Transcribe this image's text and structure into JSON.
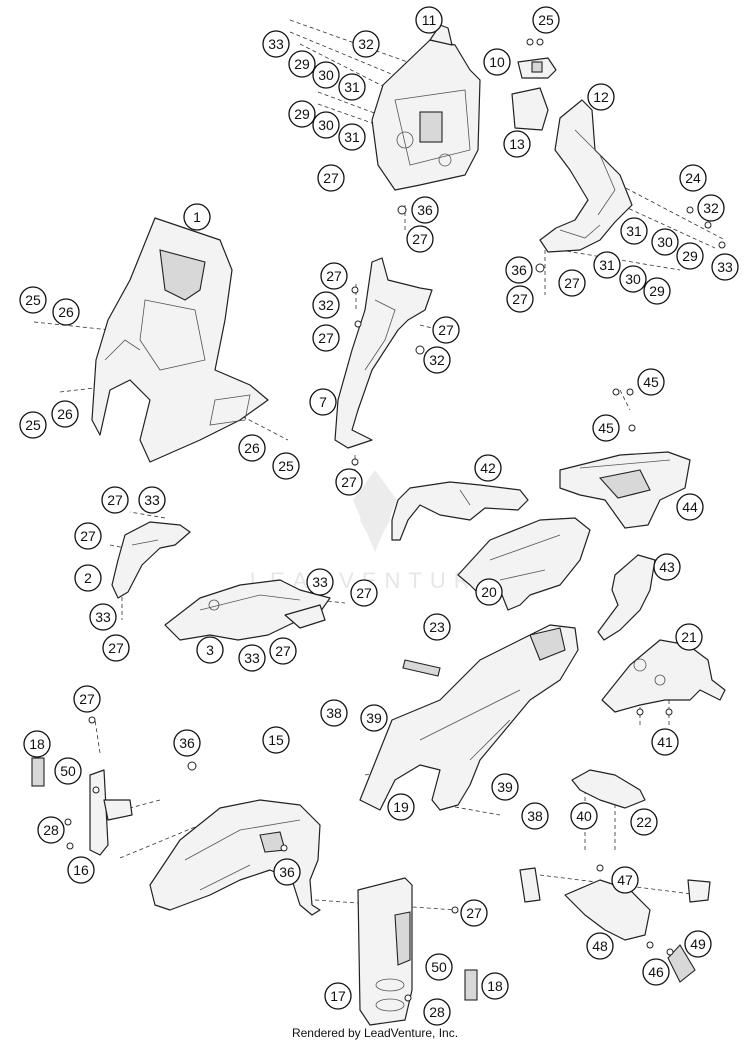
{
  "watermark_text": "LEADVENTURE",
  "footer_text": "Rendered by LeadVenture, Inc.",
  "callout_labels": [
    "11",
    "25",
    "33",
    "32",
    "10",
    "29",
    "30",
    "31",
    "12",
    "29",
    "30",
    "31",
    "13",
    "27",
    "24",
    "32",
    "36",
    "27",
    "31",
    "30",
    "29",
    "36",
    "31",
    "30",
    "29",
    "33",
    "27",
    "27",
    "1",
    "27",
    "32",
    "27",
    "25",
    "26",
    "27",
    "32",
    "26",
    "25",
    "7",
    "26",
    "25",
    "27",
    "45",
    "45",
    "42",
    "27",
    "33",
    "44",
    "27",
    "2",
    "33",
    "20",
    "43",
    "33",
    "27",
    "27",
    "3",
    "33",
    "27",
    "23",
    "21",
    "38",
    "39",
    "27",
    "18",
    "36",
    "15",
    "50",
    "41",
    "19",
    "39",
    "38",
    "28",
    "36",
    "22",
    "40",
    "16",
    "47",
    "27",
    "49",
    "48",
    "50",
    "46",
    "17",
    "18",
    "28"
  ]
}
